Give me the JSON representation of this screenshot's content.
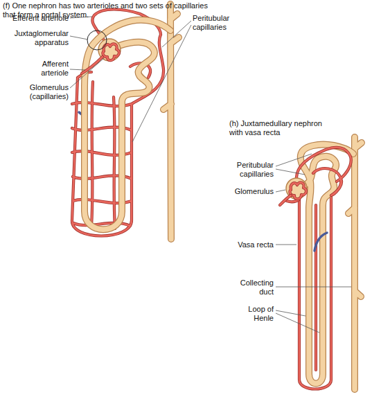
{
  "diagram": {
    "labels": [
      "(f) One nephron has two arterioles and two sets of capillaries that form a portal system.",
      "Efferent arteriole",
      "Juxtaglomerular apparatus",
      "Afferent arteriole",
      "Glomerulus (capillaries)",
      "Peritubular capillaries",
      "(h) Juxtamedullary nephron with vasa recta",
      "Peritubular capillaries",
      "Glomerulus",
      "Vasa recta",
      "Collecting duct",
      "Loop of Henle"
    ]
  }
}
